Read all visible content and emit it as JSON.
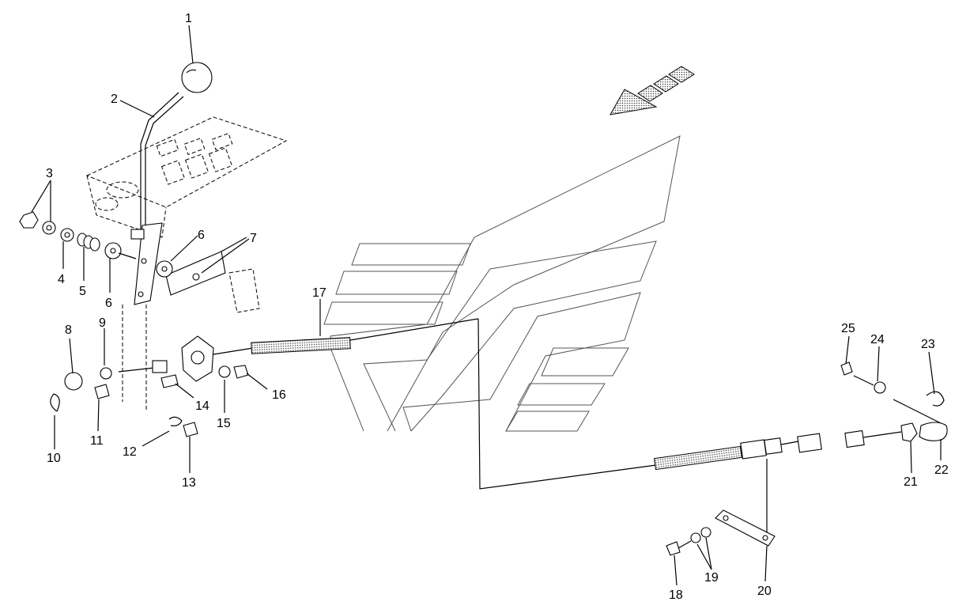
{
  "diagram": {
    "type": "exploded-parts-view",
    "callouts": [
      "1",
      "2",
      "3",
      "4",
      "5",
      "6",
      "6",
      "7",
      "8",
      "9",
      "10",
      "11",
      "12",
      "13",
      "14",
      "15",
      "16",
      "17",
      "18",
      "19",
      "20",
      "21",
      "22",
      "23",
      "24",
      "25"
    ]
  }
}
